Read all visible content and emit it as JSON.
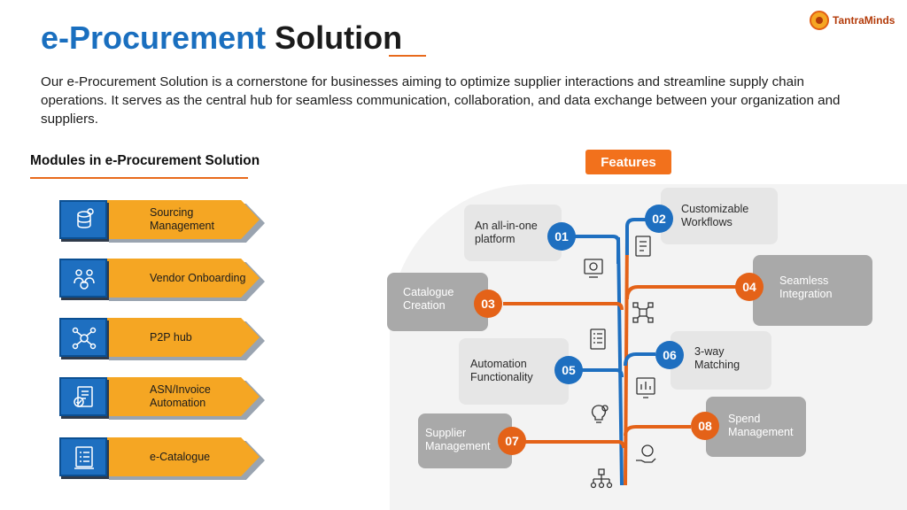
{
  "header": {
    "title_part1": "e-Procurement",
    "title_part2": "Solution",
    "logo_text": "TantraMinds"
  },
  "intro": "Our e-Procurement Solution is a cornerstone for businesses aiming to optimize supplier interactions and streamline supply chain operations. It serves as the central hub for seamless communication, collaboration, and data exchange between your organization and suppliers.",
  "modules": {
    "heading": "Modules in e-Procurement Solution",
    "items": [
      {
        "label": "Sourcing Management",
        "icon": "database-cloud-icon"
      },
      {
        "label": "Vendor Onboarding",
        "icon": "vendor-people-icon"
      },
      {
        "label": "P2P hub",
        "icon": "network-hub-icon"
      },
      {
        "label": "ASN/Invoice Automation",
        "icon": "invoice-check-icon"
      },
      {
        "label": "e-Catalogue",
        "icon": "catalogue-list-icon"
      }
    ]
  },
  "features": {
    "button_label": "Features",
    "items": [
      {
        "number": "01",
        "label": "An all-in-one platform"
      },
      {
        "number": "02",
        "label": "Customizable Workflows"
      },
      {
        "number": "03",
        "label": "Catalogue Creation"
      },
      {
        "number": "04",
        "label": "Seamless Integration"
      },
      {
        "number": "05",
        "label": "Automation Functionality"
      },
      {
        "number": "06",
        "label": "3-way Matching"
      },
      {
        "number": "07",
        "label": "Supplier Management"
      },
      {
        "number": "08",
        "label": "Spend Management"
      }
    ]
  },
  "colors": {
    "accent_blue": "#1e6fc0",
    "accent_orange": "#e46218",
    "module_orange": "#f5a623"
  }
}
